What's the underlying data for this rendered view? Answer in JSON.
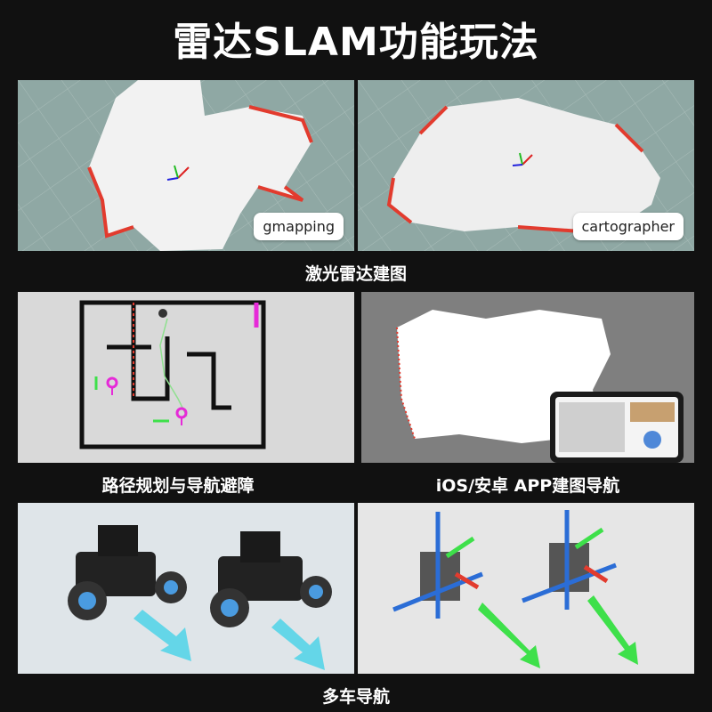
{
  "title": "雷达SLAM功能玩法",
  "sections": [
    {
      "caption": "激光雷达建图",
      "panels": [
        {
          "label": "gmapping"
        },
        {
          "label": "cartographer"
        }
      ]
    },
    {
      "caption": "路径规划与导航避障"
    },
    {
      "caption": "iOS/安卓 APP建图导航"
    },
    {
      "caption": "多车导航"
    }
  ],
  "colors": {
    "background": "#111111",
    "map_teal": "#8fa8a4",
    "map_free": "#f2f2f2",
    "wall_red": "#e23b2e",
    "nav_magenta": "#e62ad8",
    "arrow_green": "#3ee04a",
    "arrow_cyan": "#4fd3e8"
  }
}
